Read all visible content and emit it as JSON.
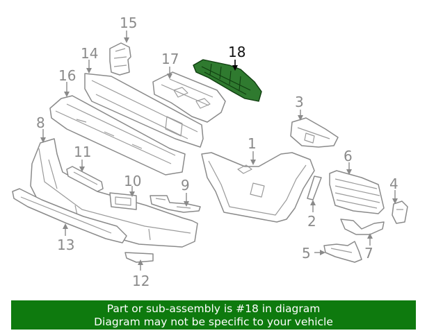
{
  "diagram": {
    "highlight_color": "#2f7a2f",
    "line_color": "#8a8a8a",
    "highlighted_part": "18",
    "callouts": {
      "c1": "1",
      "c2": "2",
      "c3": "3",
      "c4": "4",
      "c5": "5",
      "c6": "6",
      "c7": "7",
      "c8": "8",
      "c9": "9",
      "c10": "10",
      "c11": "11",
      "c12": "12",
      "c13": "13",
      "c14": "14",
      "c15": "15",
      "c16": "16",
      "c17": "17",
      "c18": "18"
    }
  },
  "banner": {
    "background": "#0e7a0e",
    "line1": "Part or sub-assembly is #18 in diagram",
    "line2": "Diagram may not be specific to your vehicle"
  }
}
